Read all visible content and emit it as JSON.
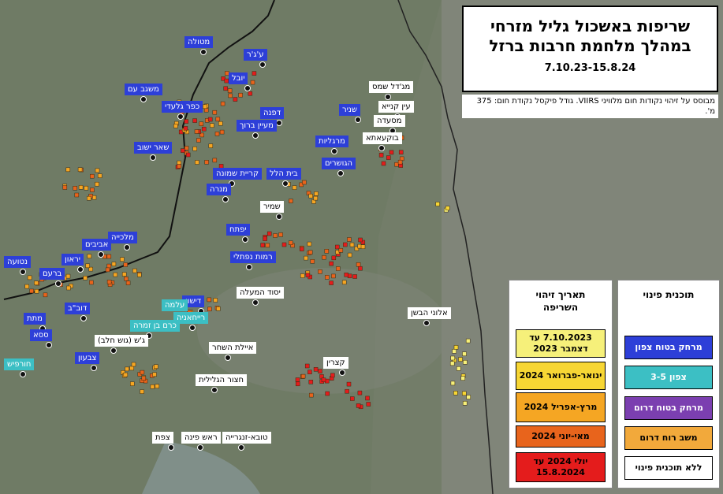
{
  "title": {
    "line1": "שריפות באשכול גליל מזרחי",
    "line2": "במהלך מלחמת חרבות ברזל",
    "dates": "7.10.23-15.8.24"
  },
  "note": "מבוסס על זיהוי נקודות חום מלוויני VIIRS. גודל פיקסל נקודת חום: 375 מ'.",
  "legend_plans": {
    "header": "תוכנית פינוי",
    "items": [
      {
        "label": "מרחק בטוח צפון",
        "color": "#2d3fd8",
        "text_color": "#ffffff"
      },
      {
        "label": "צפון 3-5",
        "color": "#3cbfc4",
        "text_color": "#ffffff"
      },
      {
        "label": "מרחק בטוח דרום",
        "color": "#7b3fb0",
        "text_color": "#ffffff"
      },
      {
        "label": "משב רוח דרום",
        "color": "#f2a93b",
        "text_color": "#000000"
      },
      {
        "label": "ללא תוכנית פינוי",
        "color": "#ffffff",
        "text_color": "#000000"
      }
    ]
  },
  "legend_dates": {
    "header": "תאריך זיהוי השריפה",
    "items": [
      {
        "label": "7.10.2023 עד דצמבר 2023",
        "color": "#f6f07a"
      },
      {
        "label": "ינואר-פברואר 2024",
        "color": "#f7d634"
      },
      {
        "label": "מרץ-אפריל 2024",
        "color": "#f5a623"
      },
      {
        "label": "מאי-יוני 2024",
        "color": "#e8641c"
      },
      {
        "label": "יולי 2024 עד 15.8.2024",
        "color": "#e41c1c"
      }
    ]
  },
  "places_blue": [
    "מטולה",
    "ע'ג'ר",
    "משגב עם",
    "יובל",
    "כפר גלעדי",
    "דפנה",
    "שניר",
    "מעיין ברוך",
    "שאר ישוב",
    "מרגליות",
    "הגושרים",
    "קריית שמונה",
    "בית הלל",
    "מנרה",
    "יפתח",
    "רמות נפתלי",
    "מלכייה",
    "אביבים",
    "יראון",
    "ברעם",
    "דישון",
    "דוב\"ב",
    "מתת",
    "ססא",
    "צבעון",
    "נטועה"
  ],
  "places_teal": [
    "עלמה",
    "רייחאניה",
    "כרם בן זמרה",
    "חורפיש"
  ],
  "places_white": [
    "מג'דל שמס",
    "עין קנייא",
    "מסעדה",
    "בוקעאתא",
    "שמיר",
    "יסוד המעלה",
    "אלוני הבשן",
    "ג'ש (גוש חלב)",
    "איילת השחר",
    "קצרין",
    "חצור הגלילית",
    "טובא-זנגרייה",
    "ראש פינה",
    "צפת"
  ]
}
